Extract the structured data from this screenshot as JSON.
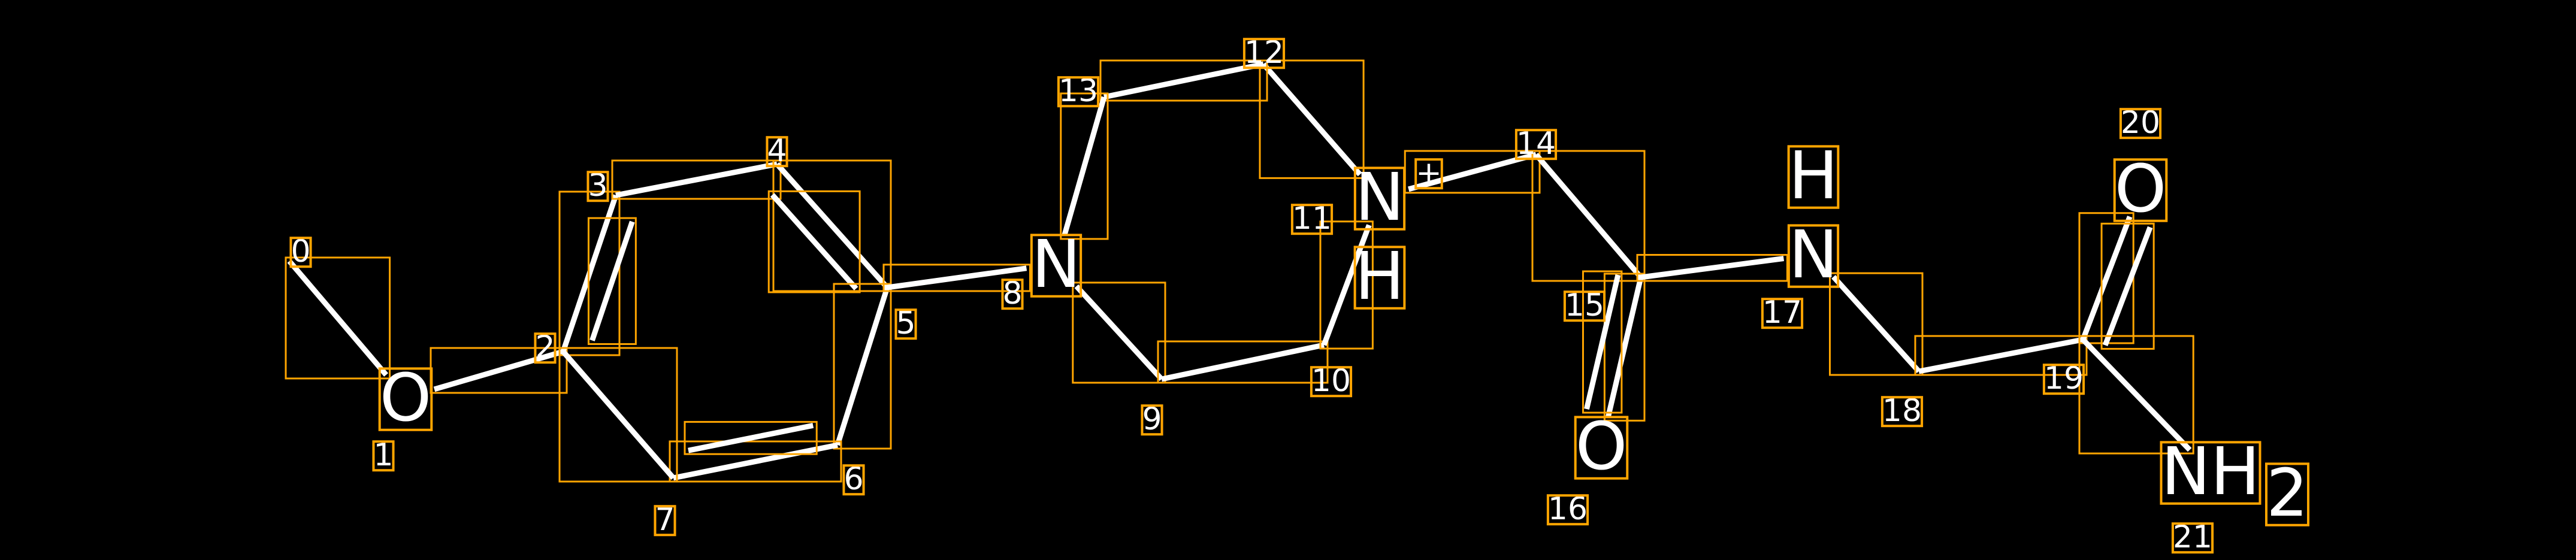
{
  "diagram": {
    "type": "molecule-annotation",
    "colors": {
      "background": "#000000",
      "bond": "#ffffff",
      "box": "#FFA500"
    },
    "atoms": [
      {
        "index": "0",
        "symbol": ""
      },
      {
        "index": "1",
        "symbol": "O"
      },
      {
        "index": "2",
        "symbol": ""
      },
      {
        "index": "3",
        "symbol": ""
      },
      {
        "index": "4",
        "symbol": ""
      },
      {
        "index": "5",
        "symbol": ""
      },
      {
        "index": "6",
        "symbol": ""
      },
      {
        "index": "7",
        "symbol": ""
      },
      {
        "index": "8",
        "symbol": "N"
      },
      {
        "index": "9",
        "symbol": ""
      },
      {
        "index": "10",
        "symbol": ""
      },
      {
        "index": "11",
        "symbol": "N",
        "extra": "H",
        "charge": "+"
      },
      {
        "index": "12",
        "symbol": ""
      },
      {
        "index": "13",
        "symbol": ""
      },
      {
        "index": "14",
        "symbol": ""
      },
      {
        "index": "15",
        "symbol": ""
      },
      {
        "index": "16",
        "symbol": "O"
      },
      {
        "index": "17",
        "symbol": "N",
        "extra": "H"
      },
      {
        "index": "18",
        "symbol": ""
      },
      {
        "index": "19",
        "symbol": ""
      },
      {
        "index": "20",
        "symbol": "O"
      },
      {
        "index": "21",
        "symbol": "NH",
        "subscript": "2"
      }
    ],
    "bonds": [
      {
        "a": 0,
        "b": 1,
        "order": 1
      },
      {
        "a": 1,
        "b": 2,
        "order": 1
      },
      {
        "a": 2,
        "b": 3,
        "order": 2
      },
      {
        "a": 3,
        "b": 4,
        "order": 1
      },
      {
        "a": 4,
        "b": 5,
        "order": 2
      },
      {
        "a": 5,
        "b": 6,
        "order": 1
      },
      {
        "a": 6,
        "b": 7,
        "order": 2
      },
      {
        "a": 7,
        "b": 2,
        "order": 1
      },
      {
        "a": 5,
        "b": 8,
        "order": 1
      },
      {
        "a": 8,
        "b": 9,
        "order": 1
      },
      {
        "a": 9,
        "b": 10,
        "order": 1
      },
      {
        "a": 10,
        "b": 11,
        "order": 1
      },
      {
        "a": 11,
        "b": 12,
        "order": 1
      },
      {
        "a": 12,
        "b": 13,
        "order": 1
      },
      {
        "a": 13,
        "b": 8,
        "order": 1
      },
      {
        "a": 11,
        "b": 14,
        "order": 1
      },
      {
        "a": 14,
        "b": 15,
        "order": 1
      },
      {
        "a": 15,
        "b": 16,
        "order": 2
      },
      {
        "a": 15,
        "b": 17,
        "order": 1
      },
      {
        "a": 17,
        "b": 18,
        "order": 1
      },
      {
        "a": 18,
        "b": 19,
        "order": 1
      },
      {
        "a": 19,
        "b": 20,
        "order": 2
      },
      {
        "a": 19,
        "b": 21,
        "order": 1
      }
    ]
  }
}
